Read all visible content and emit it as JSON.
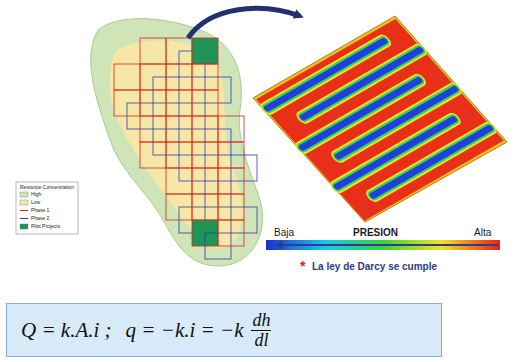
{
  "diagram": {
    "nodes": [
      {
        "text": [
          "Q = k.A.i ;",
          "q = −k.i = −k",
          "dh",
          "dl"
        ]
      }
    ],
    "labels": [
      "Resource Concentration",
      "Baja",
      "PRESION",
      "Alta",
      "*",
      "La ley de Darcy se cumple"
    ],
    "legend": [
      {
        "text": "High",
        "color": "#cfe5b8"
      },
      {
        "text": "Low",
        "color": "#f7e7a6"
      },
      {
        "text": "Phase 1"
      },
      {
        "text": "Phase 2"
      },
      {
        "text": "Pilot Projects",
        "color": "#1e9458"
      }
    ]
  }
}
